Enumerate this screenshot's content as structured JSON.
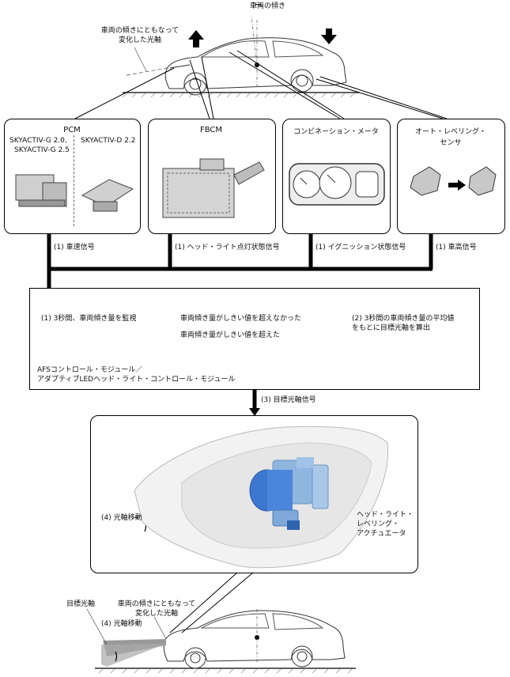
{
  "top_car": {
    "tilt_label": "車両の傾き",
    "axis_label_line1": "車両の傾きにともなって",
    "axis_label_line2": "変化した光軸"
  },
  "modules": [
    {
      "title": "PCM",
      "sub_left_line1": "SKYACTIV-G 2.0,",
      "sub_left_line2": "SKYACTIV-G 2.5",
      "sub_right": "SKYACTIV-D 2.2",
      "signal": "(1) 車速信号"
    },
    {
      "title": "FBCM",
      "signal": "(1) ヘッド・ライト点灯状態信号"
    },
    {
      "title": "コンビネーション・メータ",
      "signal": "(1) イグニッション状態信号"
    },
    {
      "title_line1": "オート・レベリング・",
      "title_line2": "センサ",
      "signal": "(1) 車高信号"
    }
  ],
  "afs": {
    "step1": "(1) 3秒間、車両傾き量を監視",
    "branch_not_exceed": "車両傾き量がしきい値を超えなかった",
    "branch_exceed": "車両傾き量がしきい値を超えた",
    "step2_line1": "(2) 3秒間の車両傾き量の平均値",
    "step2_line2": "をもとに目標光軸を算出",
    "module_line1": "AFSコントロール・モジュール／",
    "module_line2": "アダプティブLEDヘッド・ライト・コントロール・モジュール"
  },
  "signal3": "(3) 目標光軸信号",
  "headlight": {
    "axis_move": "(4) 光軸移動",
    "actuator_line1": "ヘッド・ライト・",
    "actuator_line2": "レベリング・",
    "actuator_line3": "アクチュエータ"
  },
  "bottom_car": {
    "target_axis": "目標光軸",
    "axis_label_line1": "車両の傾きにともなって",
    "axis_label_line2": "変化した光軸",
    "axis_move": "(4) 光軸移動"
  }
}
